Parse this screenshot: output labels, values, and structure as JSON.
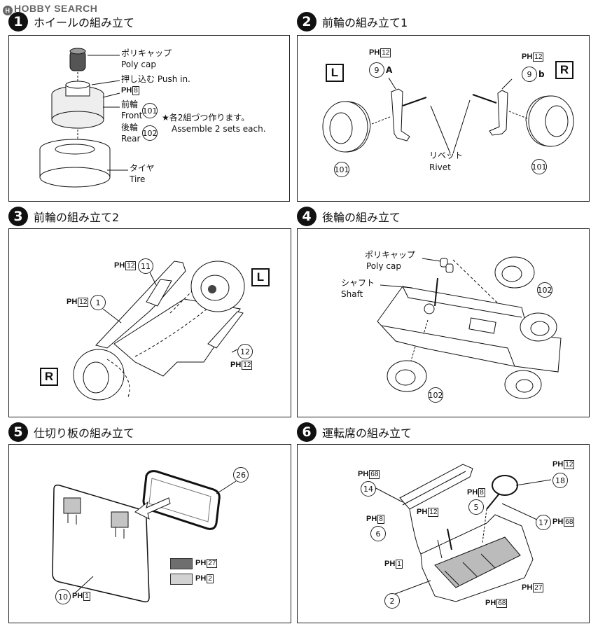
{
  "watermark": "HOBBY SEARCH",
  "steps": [
    {
      "num": "1",
      "title": "ホイールの組み立て",
      "labels": {
        "polycap_jp": "ポリキャップ",
        "polycap_en": "Poly cap",
        "push": "押し込む Push in.",
        "ph": "PH",
        "ph_num": "8",
        "front_jp": "前輪",
        "front_en": "Front",
        "front_part": "101",
        "rear_jp": "後輪",
        "rear_en": "Rear",
        "rear_part": "102",
        "note_jp": "★各2組づつ作ります。",
        "note_en": "Assemble 2 sets each.",
        "tire_jp": "タイヤ",
        "tire_en": "Tire"
      }
    },
    {
      "num": "2",
      "title": "前輪の組み立て1",
      "labels": {
        "L": "L",
        "R": "R",
        "ph": "PH",
        "ph_l": "12",
        "ph_r": "12",
        "part_l": "9",
        "part_l_suffix": "A",
        "part_r": "9",
        "part_r_suffix": "b",
        "rivet_jp": "リベット",
        "rivet_en": "Rivet",
        "wheel_l": "101",
        "wheel_r": "101"
      }
    },
    {
      "num": "3",
      "title": "前輪の組み立て2",
      "labels": {
        "ph": "PH",
        "ph_11": "12",
        "part_11": "11",
        "ph_1": "12",
        "part_1": "1",
        "L": "L",
        "R": "R",
        "part_12": "12",
        "ph_12": "12"
      }
    },
    {
      "num": "4",
      "title": "後輪の組み立て",
      "labels": {
        "polycap_jp": "ポリキャップ",
        "polycap_en": "Poly cap",
        "shaft_jp": "シャフト",
        "shaft_en": "Shaft",
        "wheel_top": "102",
        "wheel_bottom": "102"
      }
    },
    {
      "num": "5",
      "title": "仕切り板の組み立て",
      "labels": {
        "part_26": "26",
        "part_10": "10",
        "ph": "PH",
        "ph_10": "1",
        "swatch_dark": "27",
        "swatch_light": "2"
      },
      "colors": {
        "dark": "#6e6e6e",
        "light": "#d2d2d2"
      }
    },
    {
      "num": "6",
      "title": "運転席の組み立て",
      "labels": {
        "ph": "PH",
        "ph_14": "68",
        "part_14": "14",
        "ph_5": "8",
        "part_5": "5",
        "ph_12b": "12",
        "ph_6": "8",
        "part_6": "6",
        "ph_18": "12",
        "part_18": "18",
        "part_17": "17",
        "ph_17": "68",
        "ph_1": "1",
        "part_2": "2",
        "ph_27": "27",
        "ph_68": "68"
      }
    }
  ]
}
